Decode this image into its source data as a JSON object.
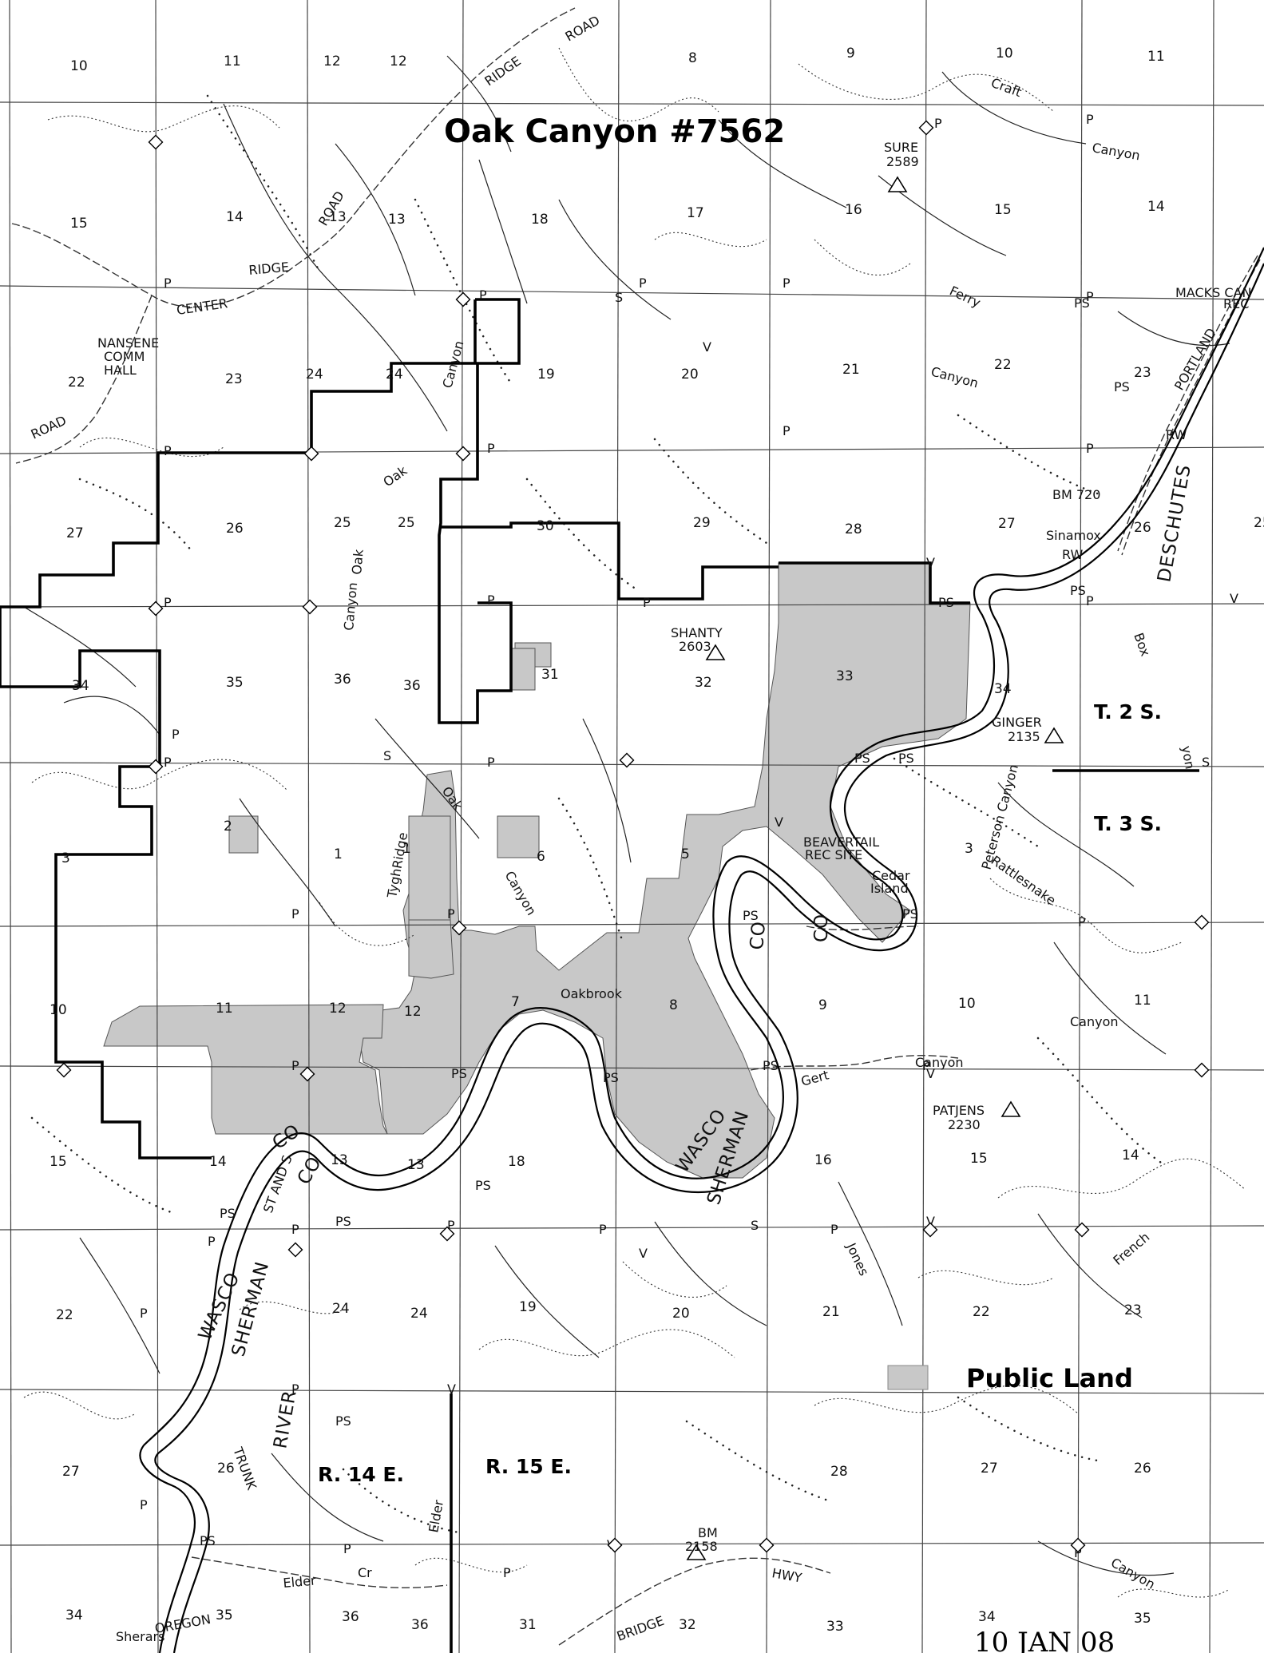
{
  "title": "Oak Canyon  #7562",
  "legend": {
    "label": "Public Land"
  },
  "township_labels": [
    "T. 2 S.",
    "T. 3 S."
  ],
  "range_labels": [
    "R. 14 E.",
    "R. 15 E."
  ],
  "date_stamp": "10 JAN 08",
  "colors": {
    "public_land": "#c8c8c8",
    "ink": "#000000",
    "paper": "#ffffff"
  },
  "section_numbers": {
    "s10a": "10",
    "s11a": "11",
    "s12a": "12",
    "s12b": "12",
    "s8a": "8",
    "s9a": "9",
    "s10b": "10",
    "s11b": "11",
    "s14a": "14",
    "s13a": "13",
    "s13b": "13",
    "s18a": "18",
    "s17a": "17",
    "s16a": "16",
    "s15a": "15",
    "s14b": "14",
    "s15b": "15",
    "s22a": "22",
    "s23a": "23",
    "s24a": "24",
    "s24b": "24",
    "s19a": "19",
    "s20a": "20",
    "s21a": "21",
    "s22b": "22",
    "s23b": "23",
    "s27a": "27",
    "s26a": "26",
    "s25a": "25",
    "s25b": "25",
    "s30a": "30",
    "s29a": "29",
    "s28a": "28",
    "s27b": "27",
    "s26b": "26",
    "s25c": "25",
    "s34a": "34",
    "s35a": "35",
    "s36a": "36",
    "s36b": "36",
    "s31a": "31",
    "s32a": "32",
    "s33a": "33",
    "s34b": "34",
    "s3a": "3",
    "s2a": "2",
    "s1a": "1",
    "s1b": "1",
    "s6a": "6",
    "s5a": "5",
    "s3b": "3",
    "s10c": "10",
    "s11c": "11",
    "s12c": "12",
    "s12d": "12",
    "s7a": "7",
    "s8b": "8",
    "s9b": "9",
    "s10d": "10",
    "s11d": "11",
    "s15c": "15",
    "s14c": "14",
    "s13c": "13",
    "s13d": "13",
    "s18b": "18",
    "s16b": "16",
    "s15d": "15",
    "s14d": "14",
    "s22c": "22",
    "s24c": "24",
    "s24d": "24",
    "s19b": "19",
    "s20b": "20",
    "s21b": "21",
    "s22d": "22",
    "s23c": "23",
    "s27c": "27",
    "s26c": "26",
    "s28b": "28",
    "s27d": "27",
    "s26d": "26",
    "s34c": "34",
    "s35b": "35",
    "s36c": "36",
    "s36d": "36",
    "s31b": "31",
    "s32b": "32",
    "s33b": "33",
    "s34d": "34",
    "s35c": "35"
  },
  "place_labels": {
    "nansene": "NANSENE",
    "comm": "COMM",
    "hall": "HALL",
    "road_a": "ROAD",
    "road_b": "ROAD",
    "road_c": "ROAD",
    "ridge": "RIDGE",
    "center": "CENTER",
    "ridge_top": "RIDGE",
    "craft": "Craft",
    "canyon_top": "Canyon",
    "ferry": "Ferry",
    "canyon_ferry": "Canyon",
    "sure": "SURE",
    "sure_elev": "2589",
    "macks": "MACKS CAN",
    "macks_rec": "REC",
    "portland": "PORTLAND",
    "deschutes": "DESCHUTES",
    "bm720": "BM 720",
    "sinamox": "Sinamox",
    "shanty": "SHANTY",
    "shanty_elev": "2603",
    "ginger": "GINGER",
    "ginger_elev": "2135",
    "oak_a": "Oak",
    "oak_b": "Oak",
    "oak_c": "Oak",
    "canyon_a": "Canyon",
    "canyon_b": "Canyon",
    "canyon_c": "Canyon",
    "tygh_ridge": "TyghRidge",
    "beavertail": "BEAVERTAIL",
    "rec_site": "REC SITE",
    "cedar": "Cedar",
    "island": "Island",
    "peterson": "Peterson Canyon",
    "rattlesnake": "Rattlesnake",
    "oakbrook": "Oakbrook",
    "canyon_10": "Canyon",
    "canyon_gert": "Canyon",
    "gert": "Gert",
    "patjens": "PATJENS",
    "patjens_elev": "2230",
    "wasco_a": "WASCO",
    "co_a": "CO",
    "sherman_a": "SHERMAN",
    "co_b": "CO",
    "wasco_b": "WASCO",
    "co_c": "CO",
    "sherman_b": "SHERMAN",
    "co_d": "CO",
    "stand": "ST AND S",
    "jones": "Jones",
    "french": "French",
    "canyon_french": "Canyon",
    "river": "RIVER",
    "trunk": "TRUNK",
    "elder_a": "Elder",
    "elder_b": "Elder",
    "cr": "Cr",
    "bm2158": "BM",
    "bm2158_elev": "2158",
    "bridge": "BRIDGE",
    "hwy": "HWY",
    "oregon": "OREGON",
    "sherars": "Sherars",
    "canyon_br": "Canyon",
    "box": "Box",
    "canyon_ts": "yon"
  },
  "marker_letters": {
    "p": "P",
    "v": "V",
    "ps": "PS",
    "rw": "RW",
    "s": "S"
  }
}
